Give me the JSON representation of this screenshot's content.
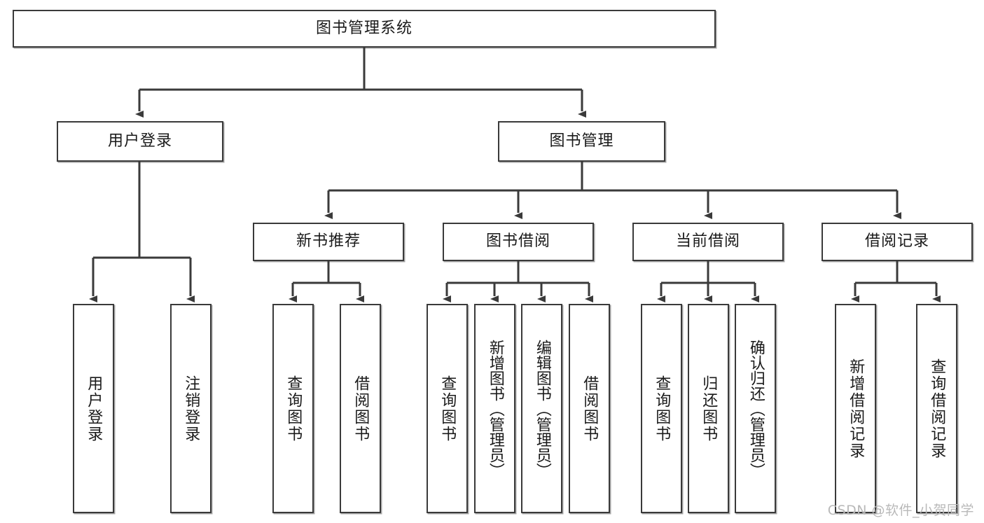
{
  "diagram": {
    "title": "图书管理系统",
    "root": {
      "label": "图书管理系统"
    },
    "level1": [
      {
        "label": "用户登录"
      },
      {
        "label": "图书管理"
      }
    ],
    "level2": [
      {
        "label": "新书推荐"
      },
      {
        "label": "图书借阅"
      },
      {
        "label": "当前借阅"
      },
      {
        "label": "借阅记录"
      }
    ],
    "leaves": {
      "user_login": [
        {
          "label": "用户登录"
        },
        {
          "label": "注销登录"
        }
      ],
      "new_book_recommend": [
        {
          "label": "查询图书"
        },
        {
          "label": "借阅图书"
        }
      ],
      "book_borrow": [
        {
          "label": "查询图书"
        },
        {
          "label": "新增图书（管理员）"
        },
        {
          "label": "编辑图书（管理员）"
        },
        {
          "label": "借阅图书"
        }
      ],
      "current_borrow": [
        {
          "label": "查询图书"
        },
        {
          "label": "归还图书"
        },
        {
          "label": "确认归还（管理员）"
        }
      ],
      "borrow_record": [
        {
          "label": "新增借阅记录"
        },
        {
          "label": "查询借阅记录"
        }
      ]
    },
    "watermark": "CSDN @软件_小贺同学",
    "colors": {
      "stroke": "#3a3a3a",
      "background": "#ffffff",
      "text": "#1a1a1a",
      "watermark": "#b9b9b9"
    }
  }
}
